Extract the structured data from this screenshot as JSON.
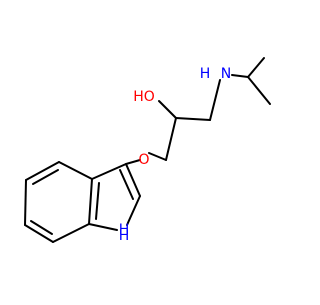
{
  "molecule": {
    "atom_labels": {
      "hydroxyl": "HO",
      "amine": "N",
      "amine_h": "H",
      "ether_oxygen": "O",
      "indole_nh": "H",
      "indole_nh_h": "H"
    },
    "colors": {
      "bond": "#000000",
      "oxygen": "#ff0000",
      "nitrogen": "#0000ff",
      "background": "#ffffff"
    }
  }
}
